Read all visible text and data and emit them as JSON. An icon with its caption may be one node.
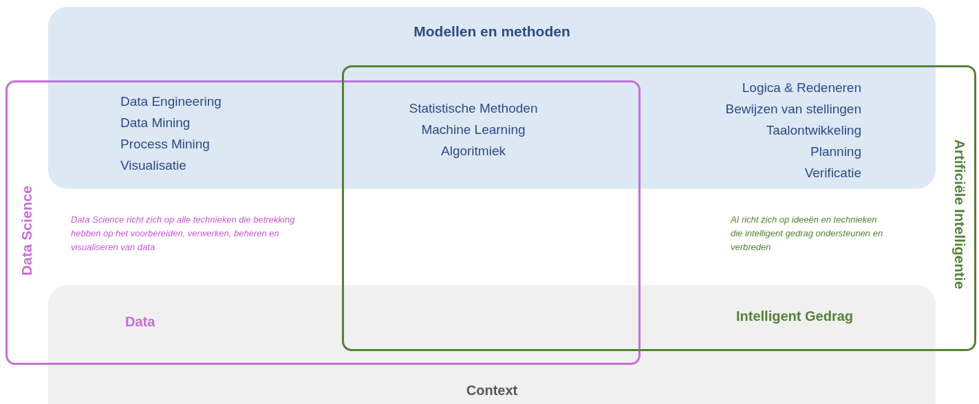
{
  "diagram": {
    "nodes": [
      {
        "text": [
          "Modellen en methoden"
        ]
      },
      {
        "text": [
          "Context",
          "Data",
          "Intelligent Gedrag"
        ]
      },
      {
        "text": [
          "Data Science",
          "Data Science richt zich op alle technieken die betrekking hebben op het voorbereiden, verwerken, beheren en visualiseren van data"
        ]
      },
      {
        "text": [
          "Artificiële Intelligentie",
          "AI richt zich op ideeën en technieken die intelligent gedrag ondersteunen en verbreden"
        ]
      }
    ],
    "labels": [
      "Data Engineering",
      "Data Mining",
      "Process Mining",
      "Visualisatie",
      "Statistische Methoden",
      "Machine Learning",
      "Algoritmiek",
      "Logica & Redeneren",
      "Bewijzen van stellingen",
      "Taalontwikkeling",
      "Planning",
      "Verificatie"
    ]
  }
}
